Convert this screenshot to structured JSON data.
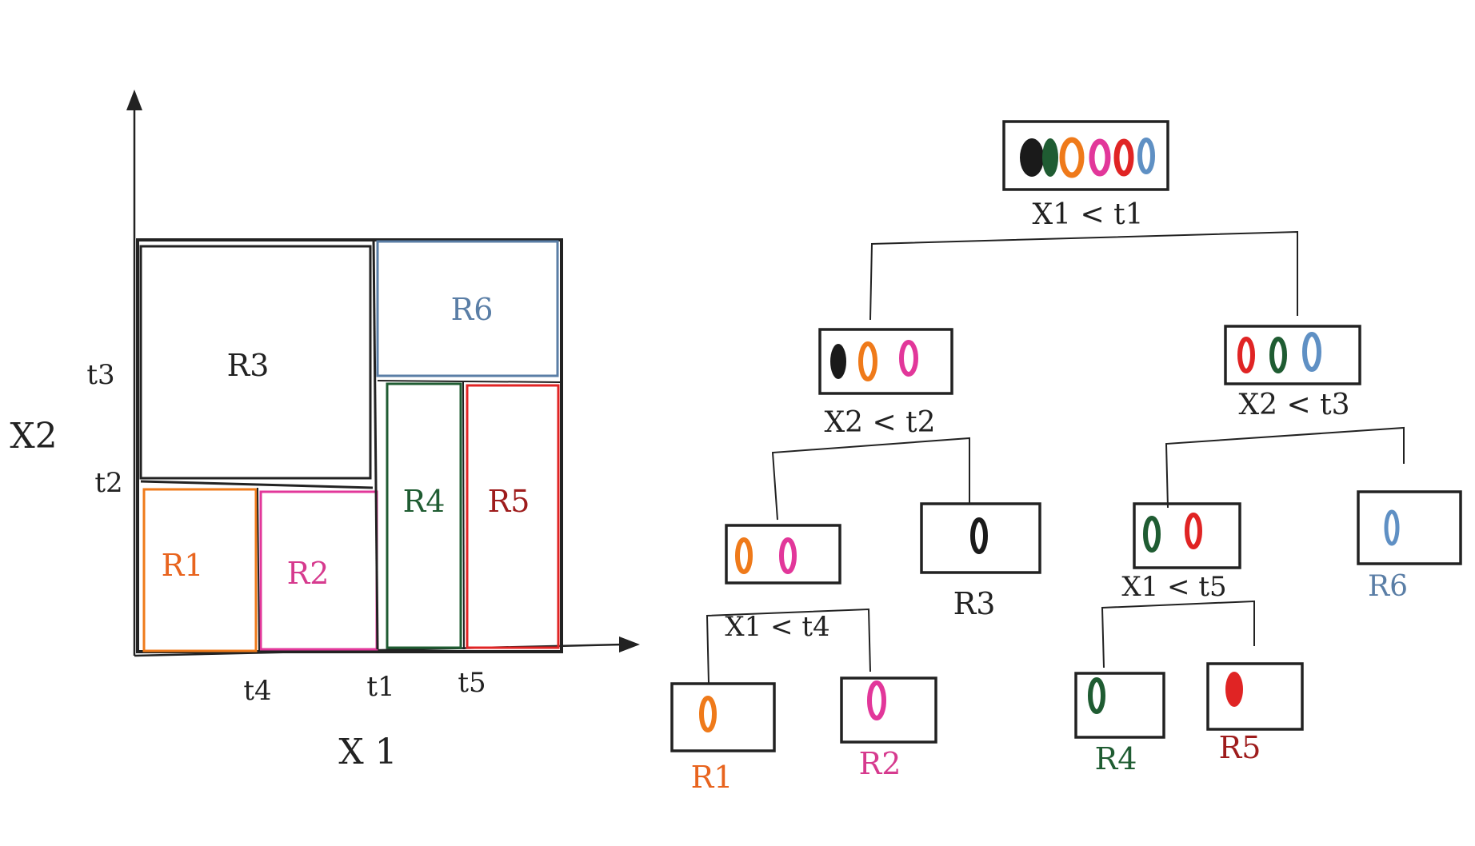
{
  "partition": {
    "axis_x_label": "X 1",
    "axis_y_label": "X2",
    "ticks_x": [
      "t4",
      "t1",
      "t5"
    ],
    "ticks_y": [
      "t3",
      "t2"
    ],
    "regions": [
      {
        "id": "r1",
        "label": "R1",
        "color": "#e8641e"
      },
      {
        "id": "r2",
        "label": "R2",
        "color": "#d63a8e"
      },
      {
        "id": "r3",
        "label": "R3",
        "color": "#222222"
      },
      {
        "id": "r4",
        "label": "R4",
        "color": "#1f5c32"
      },
      {
        "id": "r5",
        "label": "R5",
        "color": "#9e1c1c"
      },
      {
        "id": "r6",
        "label": "R6",
        "color": "#5a7ea6"
      }
    ]
  },
  "tree": {
    "root": {
      "condition": "X1 < t1",
      "points": [
        "#1a1a1a",
        "#1f5c32",
        "#ef7a1a",
        "#e2379a",
        "#e02424",
        "#5f90c4"
      ]
    },
    "left": {
      "condition": "X2 < t2",
      "points": [
        "#1a1a1a",
        "#ef7a1a",
        "#e2379a"
      ]
    },
    "right": {
      "condition": "X2 < t3",
      "points": [
        "#e02424",
        "#1f5c32",
        "#5f90c4"
      ]
    },
    "left_left": {
      "condition": "X1 < t4",
      "points": [
        "#ef7a1a",
        "#e2379a"
      ]
    },
    "left_right": {
      "leaf": "R3",
      "leaf_color": "#222222",
      "points": [
        "#1a1a1a"
      ]
    },
    "right_left": {
      "condition": "X1 < t5",
      "points": [
        "#1f5c32",
        "#e02424"
      ]
    },
    "right_right": {
      "leaf": "R6",
      "leaf_color": "#5a7ea6",
      "points": [
        "#5f90c4"
      ]
    },
    "leaf_r1": {
      "leaf": "R1",
      "leaf_color": "#e8641e",
      "points": [
        "#ef7a1a"
      ]
    },
    "leaf_r2": {
      "leaf": "R2",
      "leaf_color": "#d63a8e",
      "points": [
        "#e2379a"
      ]
    },
    "leaf_r4": {
      "leaf": "R4",
      "leaf_color": "#1f5c32",
      "points": [
        "#1f5c32"
      ]
    },
    "leaf_r5": {
      "leaf": "R5",
      "leaf_color": "#9e1c1c",
      "points": [
        "#e02424"
      ]
    }
  }
}
